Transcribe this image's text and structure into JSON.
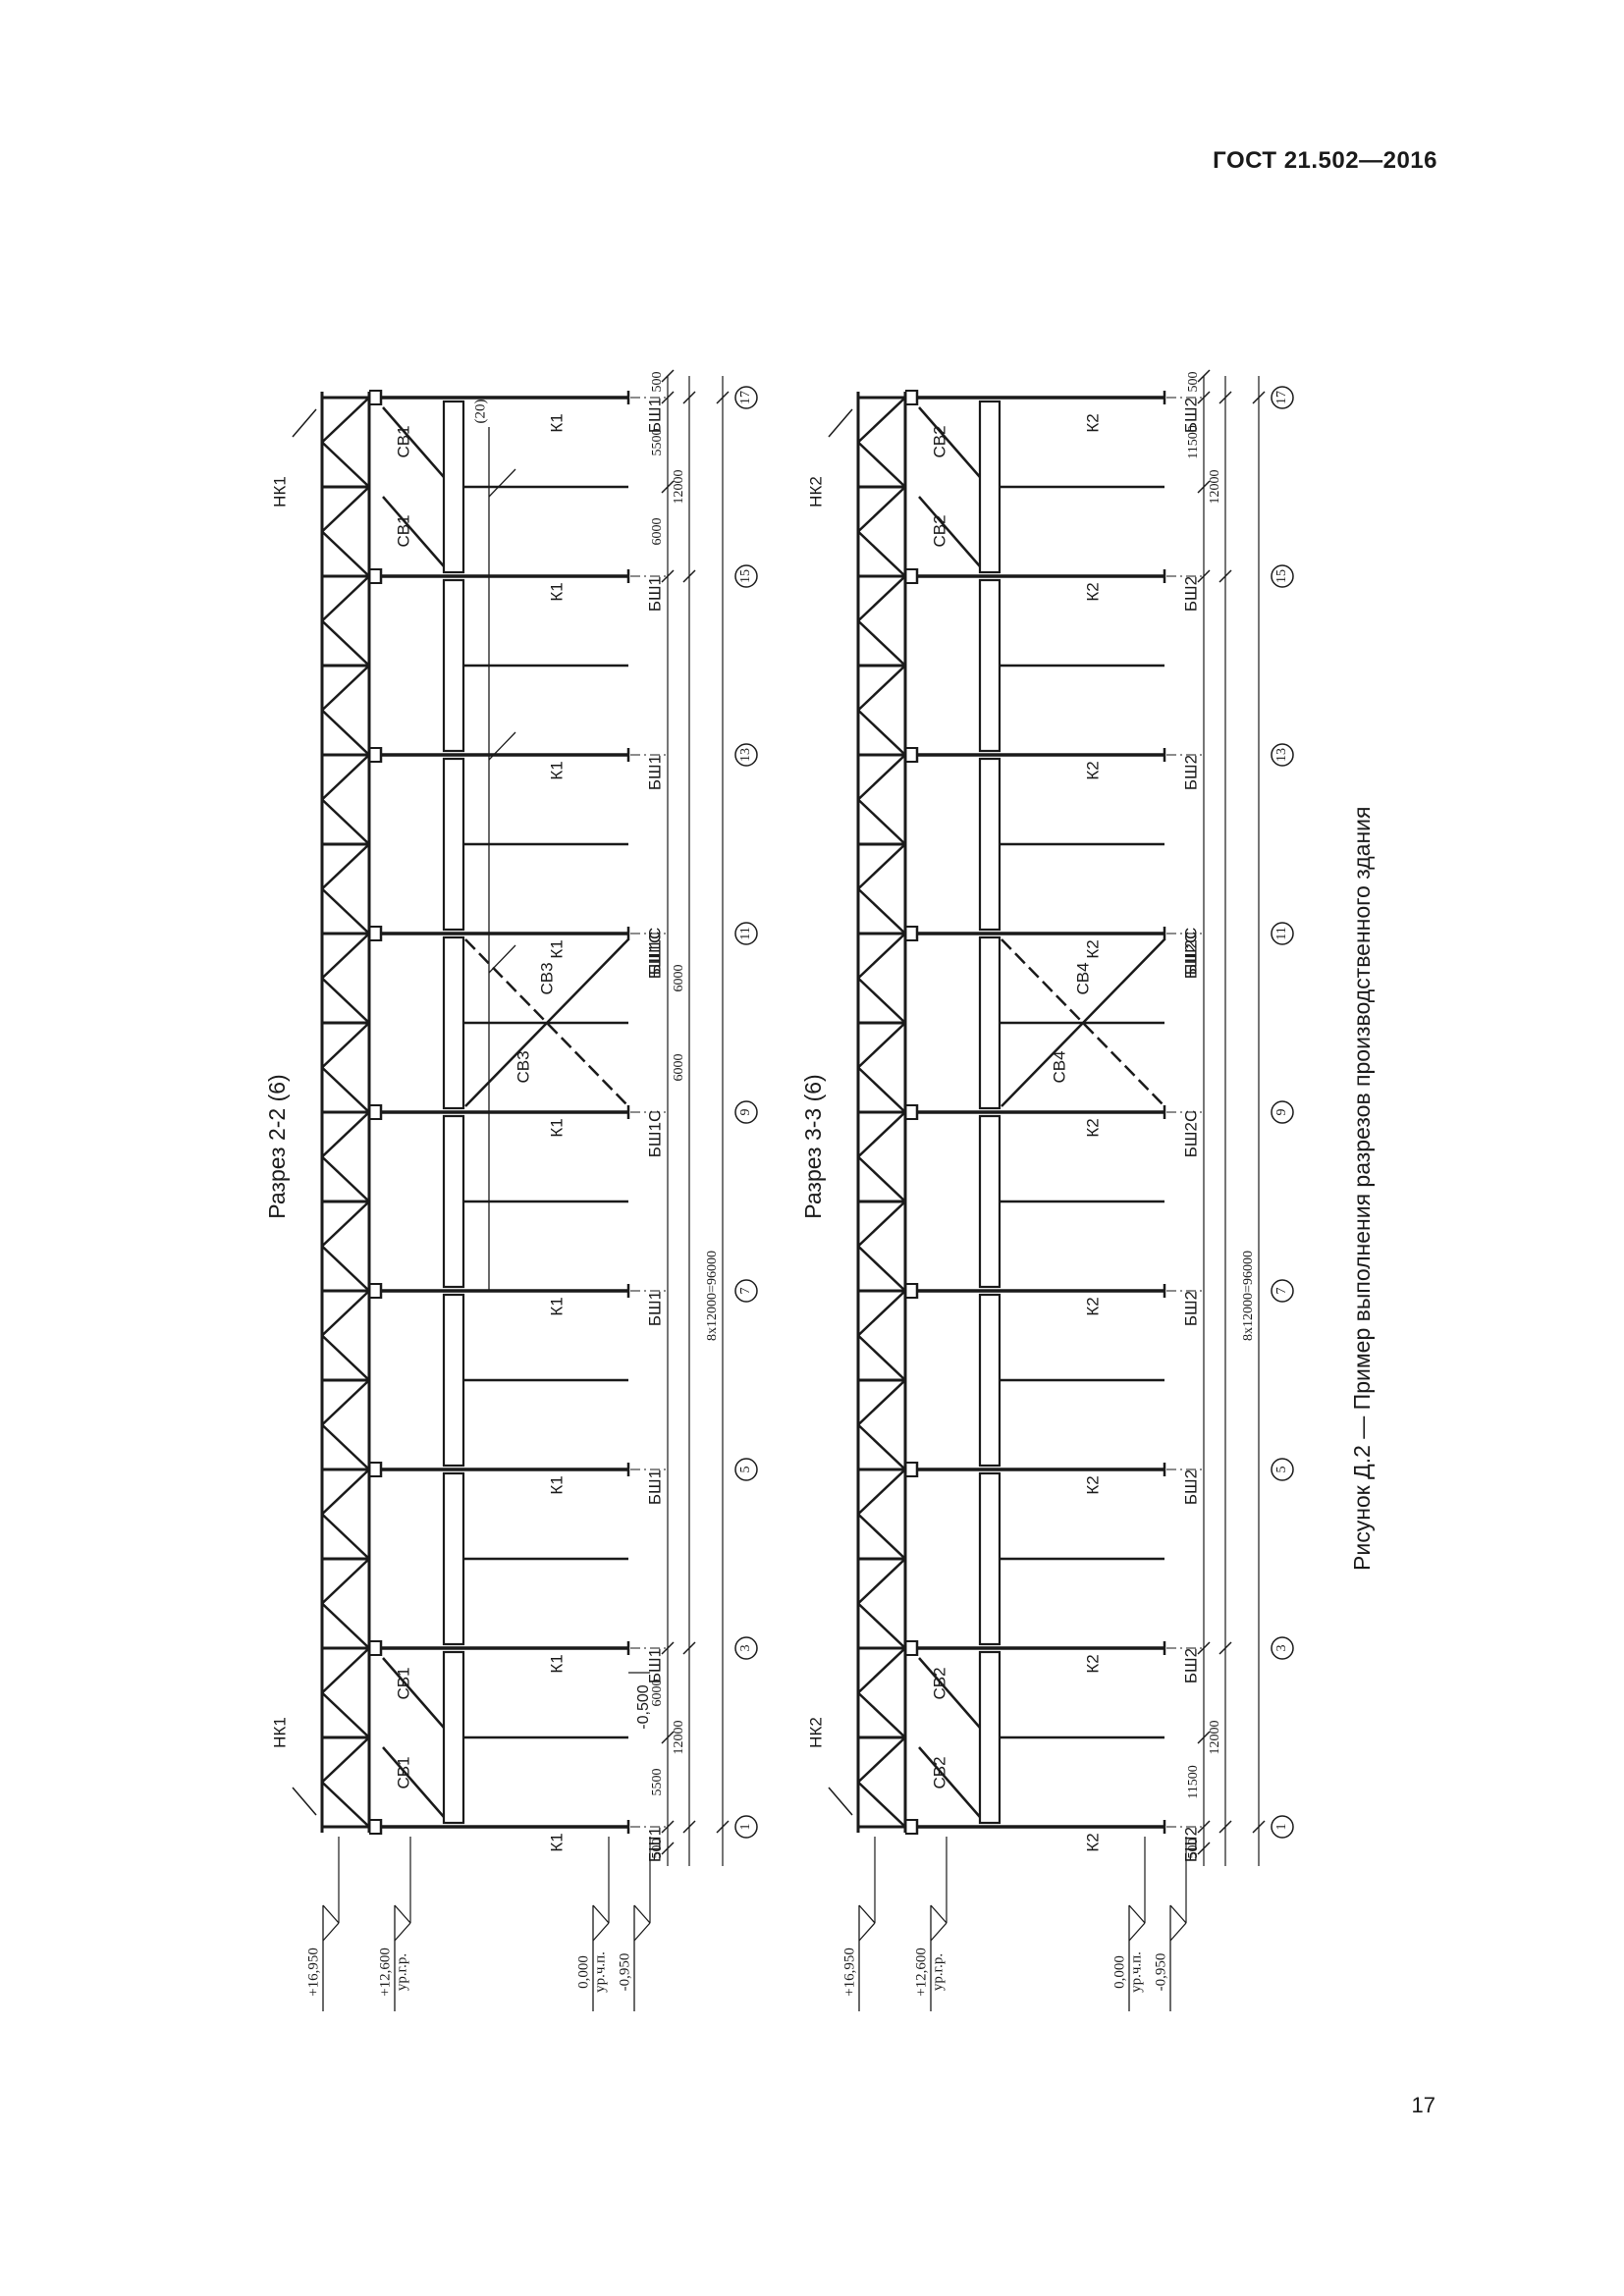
{
  "header": {
    "standard": "ГОСТ 21.502—2016"
  },
  "page_number": "17",
  "figure_caption": "Рисунок Д.2 — Пример выполнения разрезов производственного здания",
  "axes": [
    "1",
    "3",
    "5",
    "7",
    "9",
    "11",
    "13",
    "15",
    "17"
  ],
  "level_marks": {
    "top": "+16,950",
    "truss_bottom": "+12,600",
    "truss_bottom_note": "ур.г.р.",
    "floor": "0,000",
    "floor_note": "ур.ч.п.",
    "footing": "-0,950",
    "local": "-0,500"
  },
  "dimensions": {
    "edge": "500",
    "bay_left_a": "5500",
    "bay_left_b": "6000",
    "bay_left_span": "12000",
    "bay_right_a": "6000",
    "bay_right_b": "5500",
    "bay_right_span": "12000",
    "brace_half_a": "6000",
    "brace_half_b": "6000",
    "total": "8x12000=96000",
    "edge_3": "500",
    "bay_left_a3": "11500",
    "bay_left_span3": "12000",
    "bay_right_a3": "11500",
    "bay_right_span3": "12000"
  },
  "section_2": {
    "title": "Разрез 2-2 (6)",
    "column": "К1",
    "shoe": "БШ1",
    "shoe_brace": "БШ1С",
    "truss_label": "НК1",
    "end_brace": "СВ1",
    "cross_brace": "СВ3",
    "callout": "(20)"
  },
  "section_3": {
    "title": "Разрез 3-3 (6)",
    "column": "К2",
    "shoe": "БШ2",
    "shoe_brace": "БШ2С",
    "truss_label": "НК2",
    "end_brace": "СВ2",
    "cross_brace": "СВ4"
  }
}
